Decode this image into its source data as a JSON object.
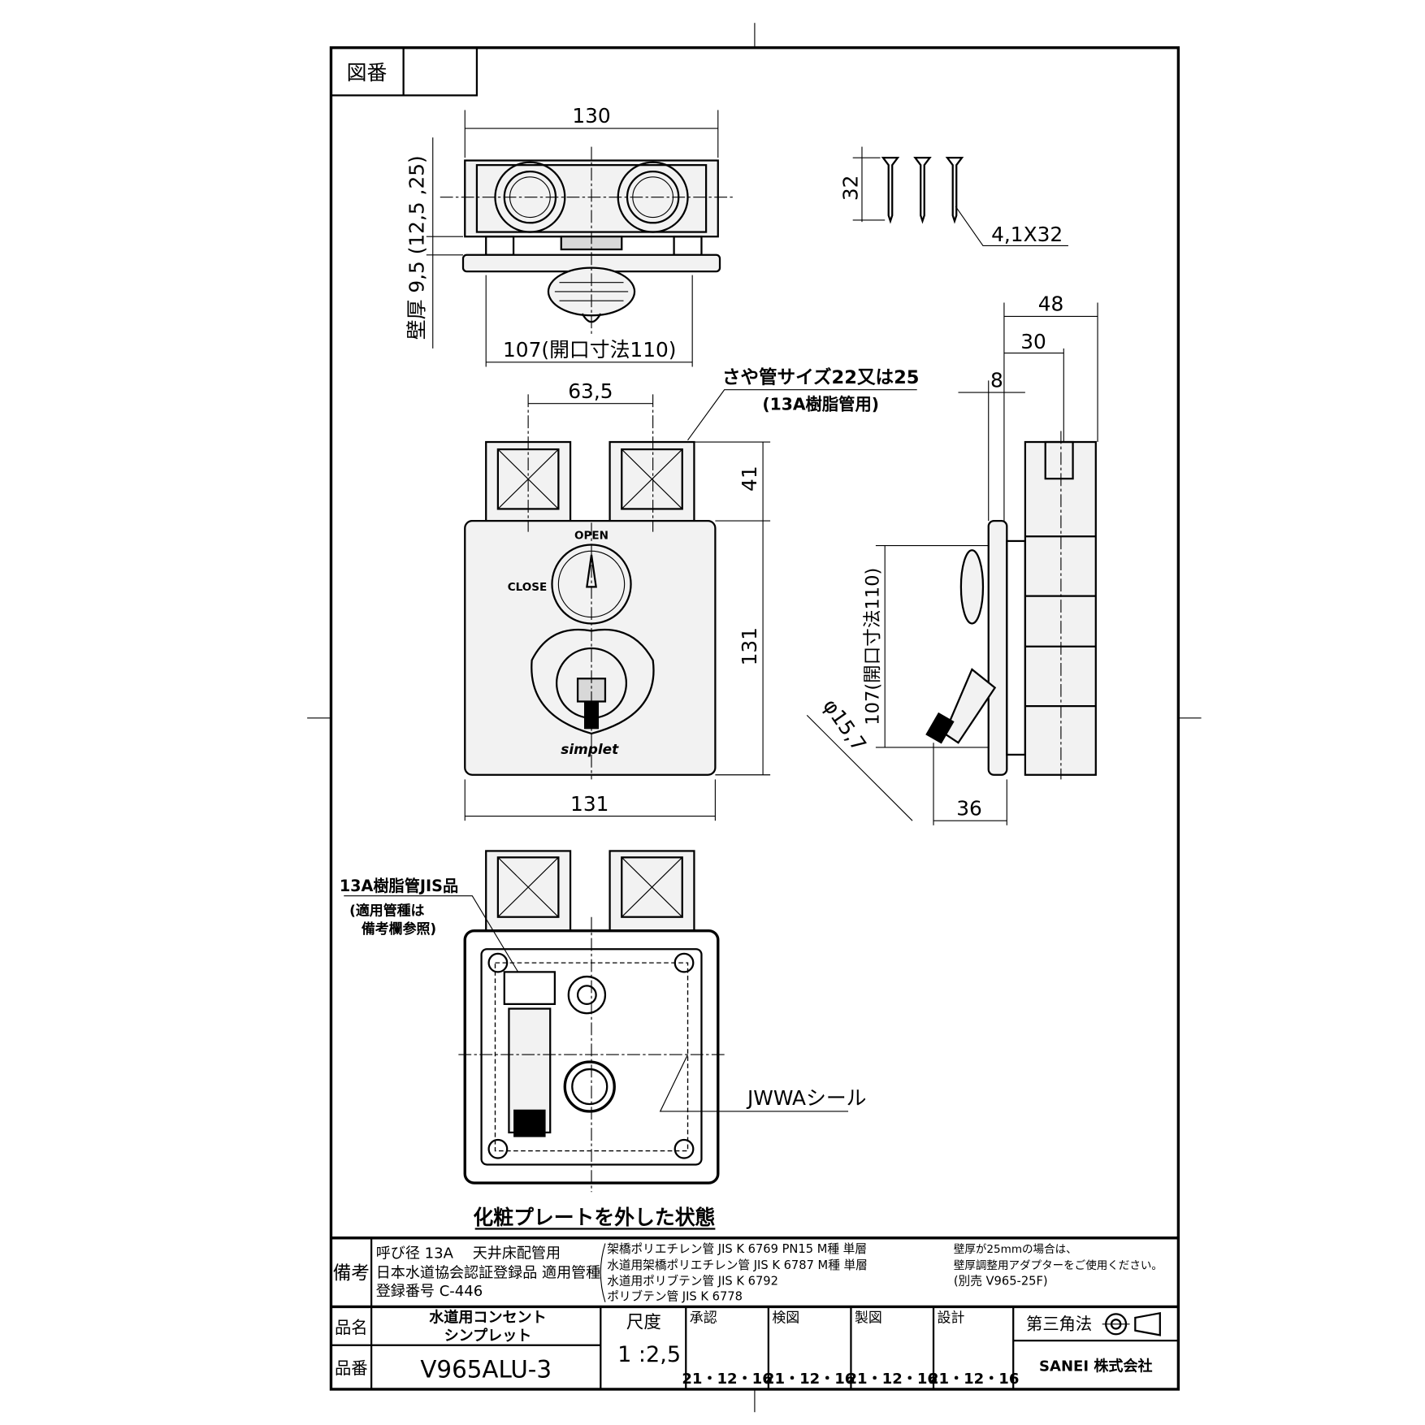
{
  "frame": {
    "drawing_no_label": "図番",
    "drawing_no_value": ""
  },
  "top_view": {
    "dim_width": "130",
    "dim_wall": "壁厚 9,5 (12,5 ,25)",
    "dim_opening": "107(開口寸法110)"
  },
  "screws": {
    "dim_length": "32",
    "spec": "4,1X32"
  },
  "front_view": {
    "pipe_pitch": "63,5",
    "sleeve_note_1": "さや管サイズ22又は25",
    "sleeve_note_2": "(13A樹脂管用)",
    "dim_pipe_height": "41",
    "dim_height": "131",
    "dim_width": "131",
    "open_label": "OPEN",
    "close_label": "CLOSE",
    "brand_mark": "simplet"
  },
  "side_view": {
    "dim_48": "48",
    "dim_30": "30",
    "dim_8": "8",
    "dim_opening": "107(開口寸法110)",
    "dim_diameter": "φ15,7",
    "dim_36": "36"
  },
  "bottom_view": {
    "pipe_label_1": "13A樹脂管JIS品",
    "pipe_label_2": "(適用管種は",
    "pipe_label_3": "備考欄参照)",
    "seal_label": "JWWAシール",
    "caption": "化粧プレートを外した状態"
  },
  "notes": {
    "label": "備考",
    "col1": [
      "呼び径 13A　 天井床配管用",
      "日本水道協会認証登録品 適用管種",
      "登録番号 C-446"
    ],
    "col2": [
      "架橋ポリエチレン管 JIS K 6769 PN15 M種 単層",
      "水道用架橋ポリエチレン管 JIS K 6787 M種 単層",
      "水道用ポリブテン管 JIS K 6792",
      "ポリブテン管 JIS K 6778"
    ],
    "col3": [
      "壁厚が25mmの場合は、",
      "壁厚調整用アダプターをご使用ください。",
      "(別売 V965-25F)"
    ]
  },
  "title_block": {
    "name_label": "品名",
    "name_value_1": "水道用コンセント",
    "name_value_2": "シンプレット",
    "number_label": "品番",
    "number_value": "V965ALU-3",
    "scale_label": "尺度",
    "scale_value": "1 :2,5",
    "approvals": [
      {
        "label": "承認",
        "date": "21・12・16"
      },
      {
        "label": "検図",
        "date": "21・12・16"
      },
      {
        "label": "製図",
        "date": "21・12・16"
      },
      {
        "label": "設計",
        "date": "21・12・16"
      }
    ],
    "projection": "第三角法",
    "company": "SANEI 株式会社"
  }
}
